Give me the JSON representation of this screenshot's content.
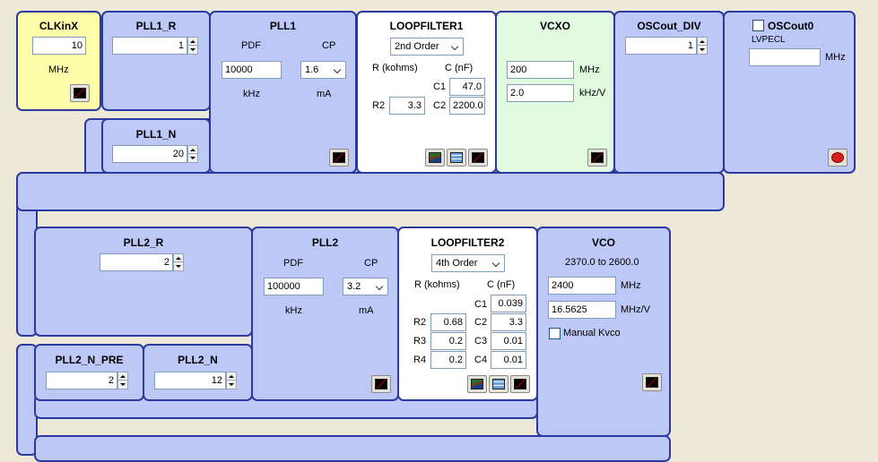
{
  "clkinx": {
    "title": "CLKinX",
    "value": "10",
    "unit": "MHz"
  },
  "pll1_r": {
    "title": "PLL1_R",
    "value": "1"
  },
  "pll1": {
    "title": "PLL1",
    "pdf_label": "PDF",
    "cp_label": "CP",
    "pdf_value": "10000",
    "cp_value": "1.6",
    "pdf_unit": "kHz",
    "cp_unit": "mA"
  },
  "loopfilter1": {
    "title": "LOOPFILTER1",
    "order": "2nd Order",
    "r_header": "R (kohms)",
    "c_header": "C (nF)",
    "c1_label": "C1",
    "c1": "47.0",
    "r2_label": "R2",
    "r2": "3.3",
    "c2_label": "C2",
    "c2": "2200.0"
  },
  "vcxo": {
    "title": "VCXO",
    "freq": "200",
    "freq_unit": "MHz",
    "kv": "2.0",
    "kv_unit": "kHz/V"
  },
  "oscout_div": {
    "title": "OSCout_DIV",
    "value": "1"
  },
  "oscout0": {
    "title": "OSCout0",
    "format": "LVPECL",
    "value": "",
    "unit": "MHz"
  },
  "pll1_n": {
    "title": "PLL1_N",
    "value": "20"
  },
  "pll2_r": {
    "title": "PLL2_R",
    "value": "2"
  },
  "pll2": {
    "title": "PLL2",
    "pdf_label": "PDF",
    "cp_label": "CP",
    "pdf_value": "100000",
    "cp_value": "3.2",
    "pdf_unit": "kHz",
    "cp_unit": "mA"
  },
  "loopfilter2": {
    "title": "LOOPFILTER2",
    "order": "4th Order",
    "r_header": "R (kohms)",
    "c_header": "C (nF)",
    "c1_label": "C1",
    "c1": "0.039",
    "r2_label": "R2",
    "r2": "0.68",
    "c2_label": "C2",
    "c2": "3.3",
    "r3_label": "R3",
    "r3": "0.2",
    "c3_label": "C3",
    "c3": "0.01",
    "r4_label": "R4",
    "r4": "0.2",
    "c4_label": "C4",
    "c4": "0.01"
  },
  "vco": {
    "title": "VCO",
    "range": "2370.0 to 2600.0",
    "freq": "2400",
    "freq_unit": "MHz",
    "kv": "16.5625",
    "kv_unit": "MHz/V",
    "manual_kvco": "Manual Kvco"
  },
  "pll2_n_pre": {
    "title": "PLL2_N_PRE",
    "value": "2"
  },
  "pll2_n": {
    "title": "PLL2_N",
    "value": "12"
  },
  "colors": {
    "block": "#bdc8f6",
    "border": "#2c3aa0",
    "clkin": "#fdfdaa",
    "vcxo": "#e0fbe0",
    "background": "#ece9d8"
  },
  "icons": [
    "graph-icon",
    "table-icon",
    "disable-icon"
  ]
}
